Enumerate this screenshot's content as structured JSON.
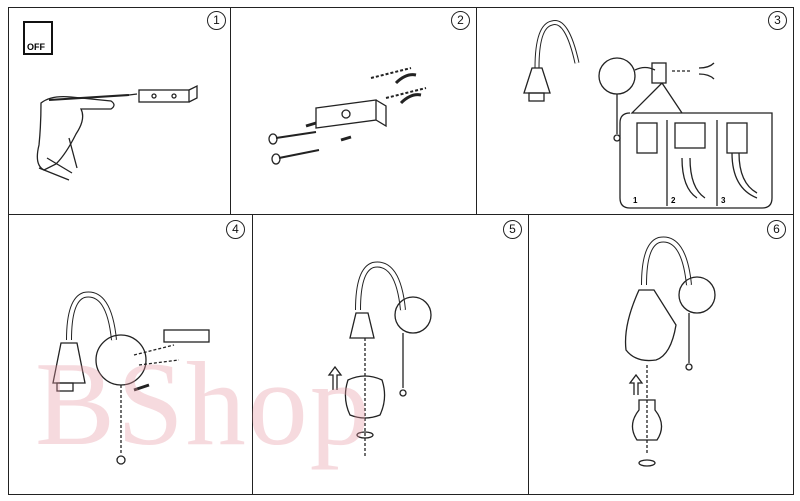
{
  "steps": [
    {
      "number": "1",
      "switch_label": "OFF"
    },
    {
      "number": "2"
    },
    {
      "number": "3",
      "inset_labels": [
        "1",
        "2",
        "3"
      ]
    },
    {
      "number": "4"
    },
    {
      "number": "5"
    },
    {
      "number": "6"
    }
  ],
  "watermark": "BShop"
}
